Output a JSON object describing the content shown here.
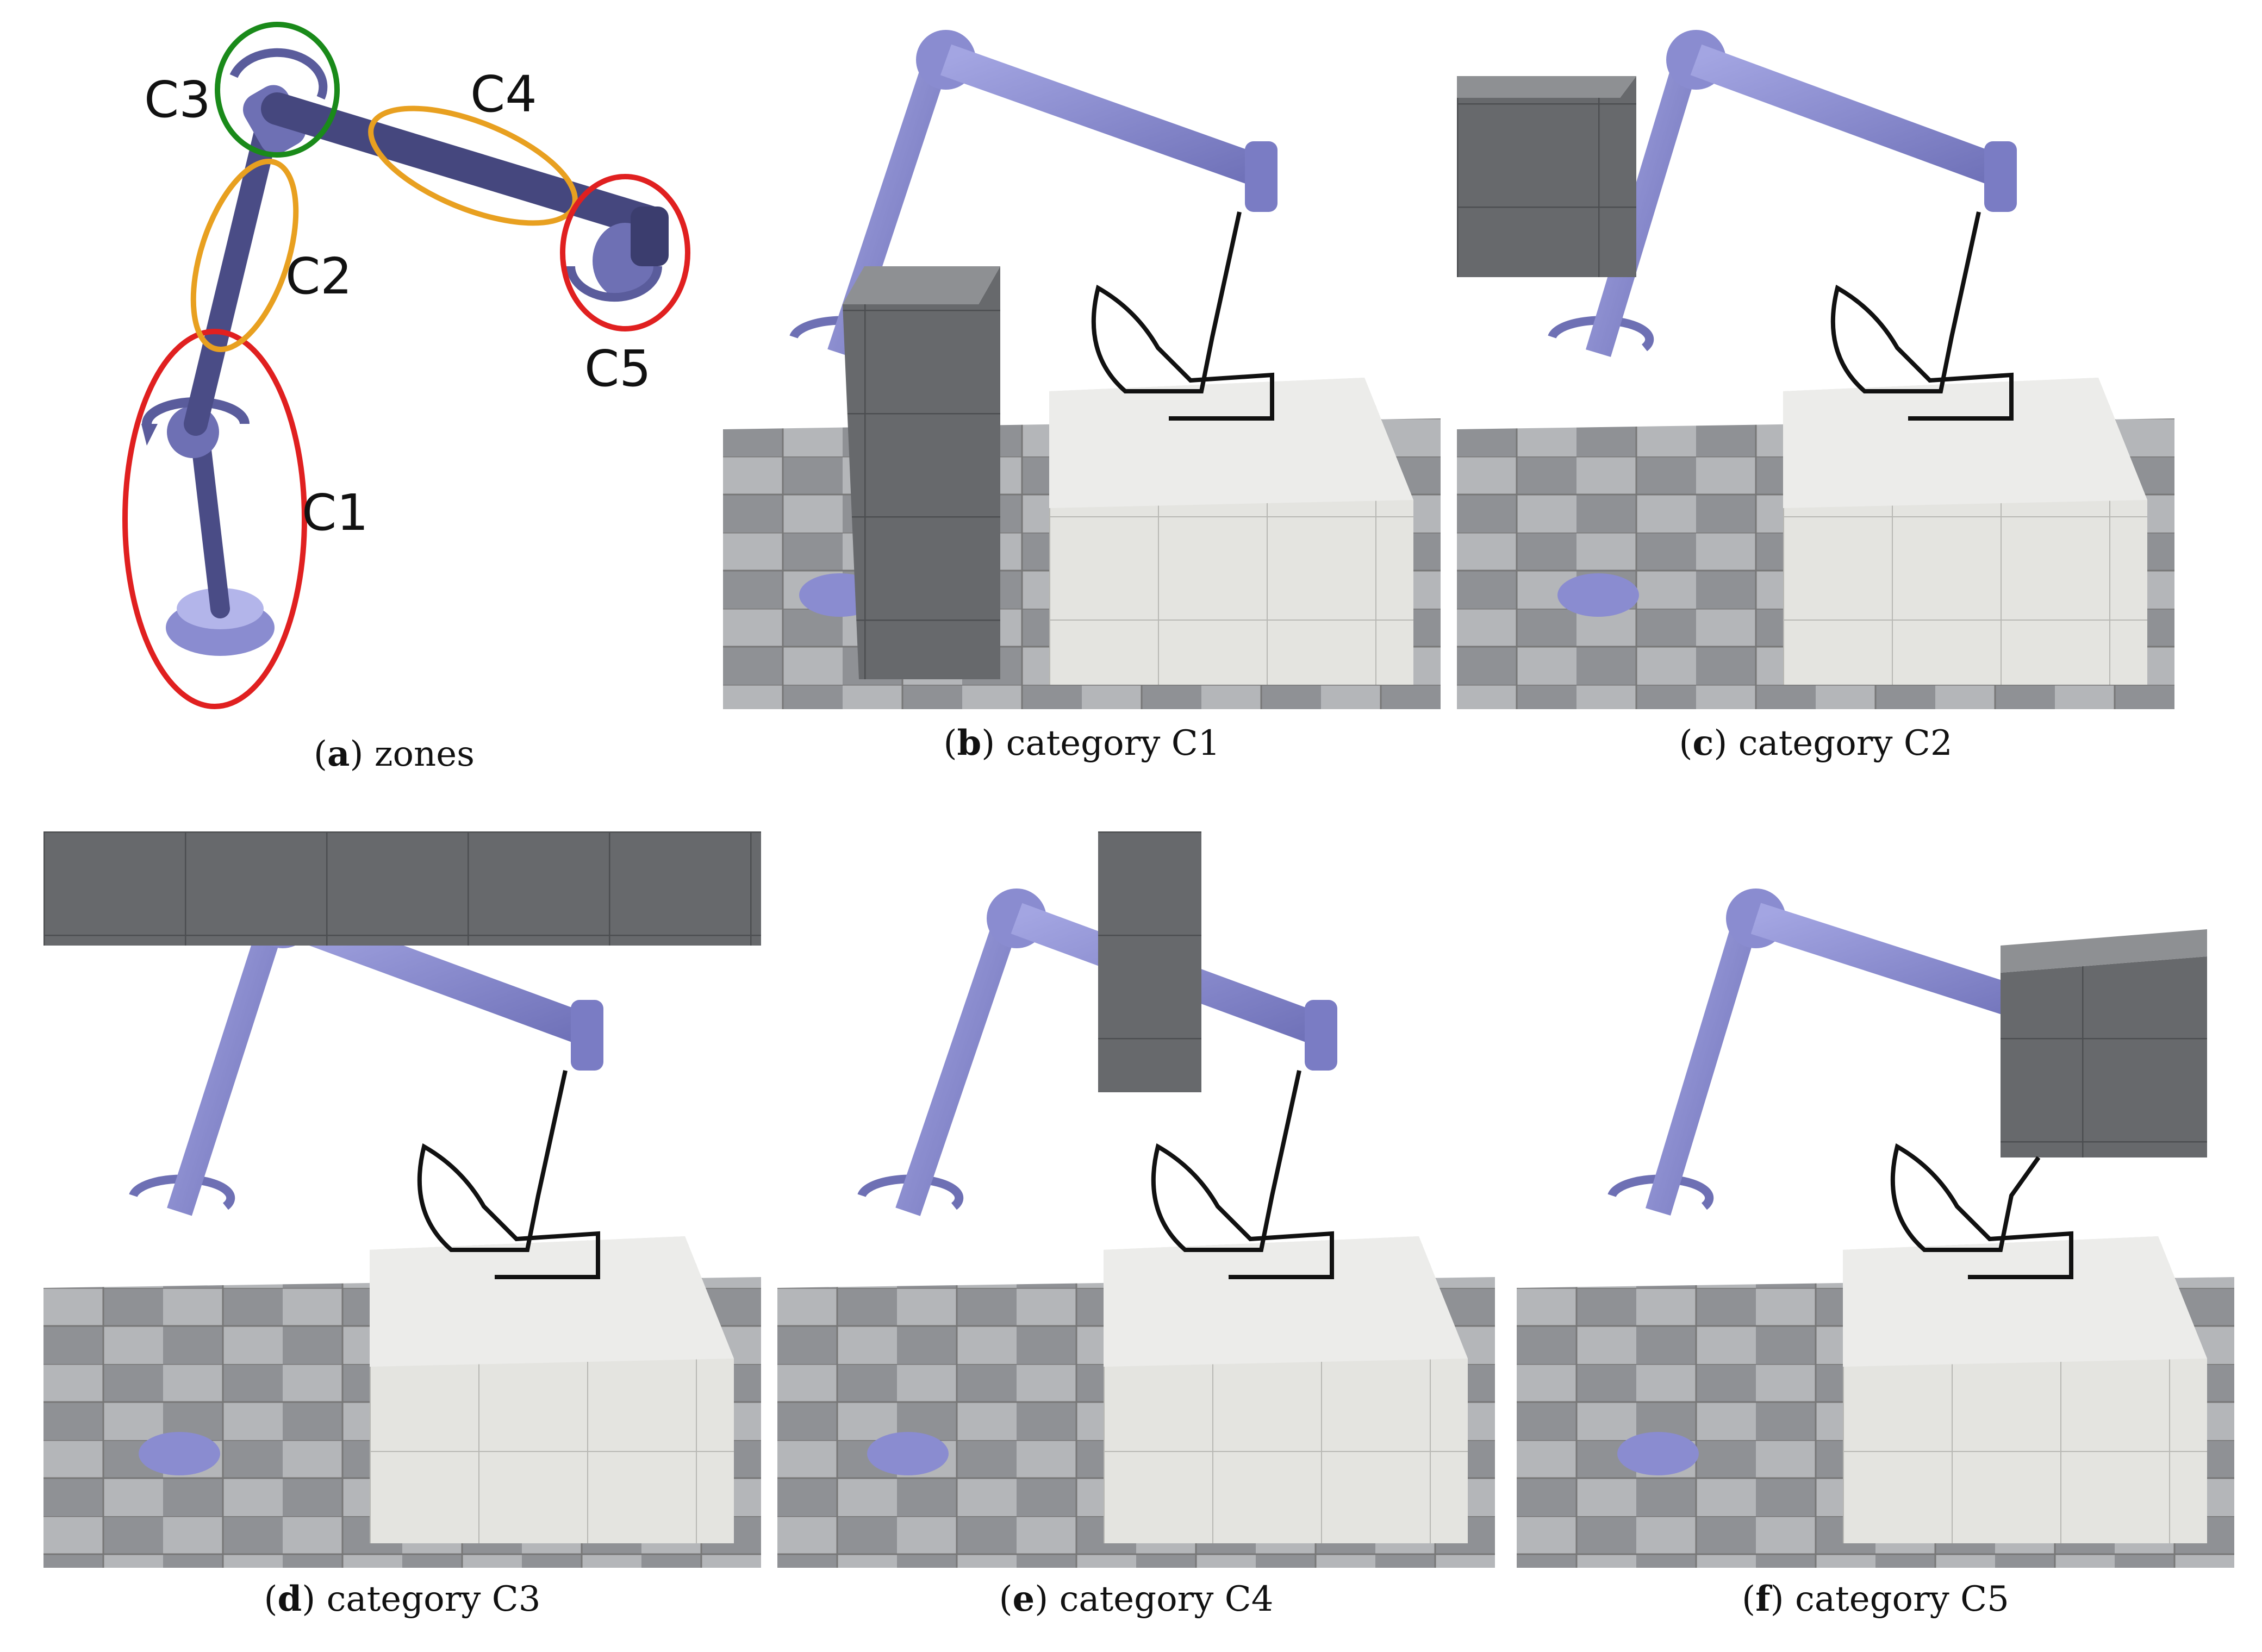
{
  "figure": {
    "panels": [
      {
        "letter": "a",
        "caption": "zones"
      },
      {
        "letter": "b",
        "caption": "category C1"
      },
      {
        "letter": "c",
        "caption": "category C2"
      },
      {
        "letter": "d",
        "caption": "category C3"
      },
      {
        "letter": "e",
        "caption": "category C4"
      },
      {
        "letter": "f",
        "caption": "category C5"
      }
    ],
    "zones": [
      "C1",
      "C2",
      "C3",
      "C4",
      "C5"
    ],
    "zone_colors": {
      "C1": "#e02020",
      "C2": "#e8a020",
      "C3": "#1a8a1a",
      "C4": "#e8a020",
      "C5": "#e02020"
    },
    "colors": {
      "robot": "#8a8cd0",
      "robot_dark": "#5a5c9c",
      "obstacle": "#5e6064",
      "floor": "#a9abae",
      "table": "#e6e6e2"
    }
  }
}
